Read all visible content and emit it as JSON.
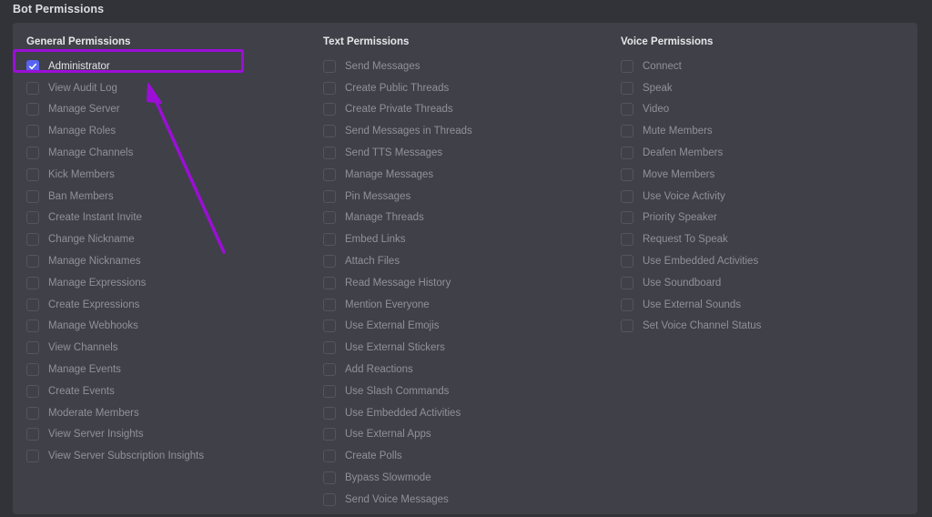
{
  "title": "Bot Permissions",
  "colors": {
    "background": "#313338",
    "panel": "#404048",
    "checkbox_checked": "#5865f2",
    "annotation": "#9b0fd6"
  },
  "columns": {
    "general": {
      "header": "General Permissions",
      "items": [
        {
          "label": "Administrator",
          "checked": true
        },
        {
          "label": "View Audit Log",
          "checked": false
        },
        {
          "label": "Manage Server",
          "checked": false
        },
        {
          "label": "Manage Roles",
          "checked": false
        },
        {
          "label": "Manage Channels",
          "checked": false
        },
        {
          "label": "Kick Members",
          "checked": false
        },
        {
          "label": "Ban Members",
          "checked": false
        },
        {
          "label": "Create Instant Invite",
          "checked": false
        },
        {
          "label": "Change Nickname",
          "checked": false
        },
        {
          "label": "Manage Nicknames",
          "checked": false
        },
        {
          "label": "Manage Expressions",
          "checked": false
        },
        {
          "label": "Create Expressions",
          "checked": false
        },
        {
          "label": "Manage Webhooks",
          "checked": false
        },
        {
          "label": "View Channels",
          "checked": false
        },
        {
          "label": "Manage Events",
          "checked": false
        },
        {
          "label": "Create Events",
          "checked": false
        },
        {
          "label": "Moderate Members",
          "checked": false
        },
        {
          "label": "View Server Insights",
          "checked": false
        },
        {
          "label": "View Server Subscription Insights",
          "checked": false
        }
      ]
    },
    "text": {
      "header": "Text Permissions",
      "items": [
        {
          "label": "Send Messages",
          "checked": false
        },
        {
          "label": "Create Public Threads",
          "checked": false
        },
        {
          "label": "Create Private Threads",
          "checked": false
        },
        {
          "label": "Send Messages in Threads",
          "checked": false
        },
        {
          "label": "Send TTS Messages",
          "checked": false
        },
        {
          "label": "Manage Messages",
          "checked": false
        },
        {
          "label": "Pin Messages",
          "checked": false
        },
        {
          "label": "Manage Threads",
          "checked": false
        },
        {
          "label": "Embed Links",
          "checked": false
        },
        {
          "label": "Attach Files",
          "checked": false
        },
        {
          "label": "Read Message History",
          "checked": false
        },
        {
          "label": "Mention Everyone",
          "checked": false
        },
        {
          "label": "Use External Emojis",
          "checked": false
        },
        {
          "label": "Use External Stickers",
          "checked": false
        },
        {
          "label": "Add Reactions",
          "checked": false
        },
        {
          "label": "Use Slash Commands",
          "checked": false
        },
        {
          "label": "Use Embedded Activities",
          "checked": false
        },
        {
          "label": "Use External Apps",
          "checked": false
        },
        {
          "label": "Create Polls",
          "checked": false
        },
        {
          "label": "Bypass Slowmode",
          "checked": false
        },
        {
          "label": "Send Voice Messages",
          "checked": false
        }
      ]
    },
    "voice": {
      "header": "Voice Permissions",
      "items": [
        {
          "label": "Connect",
          "checked": false
        },
        {
          "label": "Speak",
          "checked": false
        },
        {
          "label": "Video",
          "checked": false
        },
        {
          "label": "Mute Members",
          "checked": false
        },
        {
          "label": "Deafen Members",
          "checked": false
        },
        {
          "label": "Move Members",
          "checked": false
        },
        {
          "label": "Use Voice Activity",
          "checked": false
        },
        {
          "label": "Priority Speaker",
          "checked": false
        },
        {
          "label": "Request To Speak",
          "checked": false
        },
        {
          "label": "Use Embedded Activities",
          "checked": false
        },
        {
          "label": "Use Soundboard",
          "checked": false
        },
        {
          "label": "Use External Sounds",
          "checked": false
        },
        {
          "label": "Set Voice Channel Status",
          "checked": false
        }
      ]
    }
  }
}
